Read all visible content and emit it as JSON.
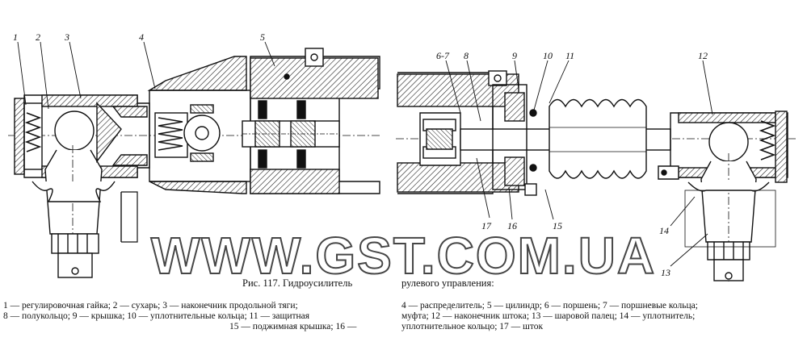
{
  "figure": {
    "caption_part1": "Рис. 117. Гидроусилитель",
    "caption_part2": "рулевого управления:",
    "legend_left": [
      "1 — регулировочная гайка; 2 — сухарь; 3 — наконечник продольной тяги;",
      "8 — полукольцо; 9 — крышка; 10 — уплотнительные кольца; 11 — защитная",
      "15 — поджимная крышка; 16 —"
    ],
    "legend_right": [
      "4 — распределитель; 5 — цилиндр; 6 — поршень; 7 — поршневые кольца;",
      "муфта; 12 — наконечник штока; 13 — шаровой палец; 14 — уплотнитель;",
      "уплотнительное кольцо; 17 — шток"
    ]
  },
  "callouts": [
    "1",
    "2",
    "3",
    "4",
    "5",
    "6-7",
    "8",
    "9",
    "10",
    "11",
    "12",
    "13",
    "14",
    "15",
    "16",
    "17"
  ],
  "watermark": "WWW.GST.COM.UA"
}
